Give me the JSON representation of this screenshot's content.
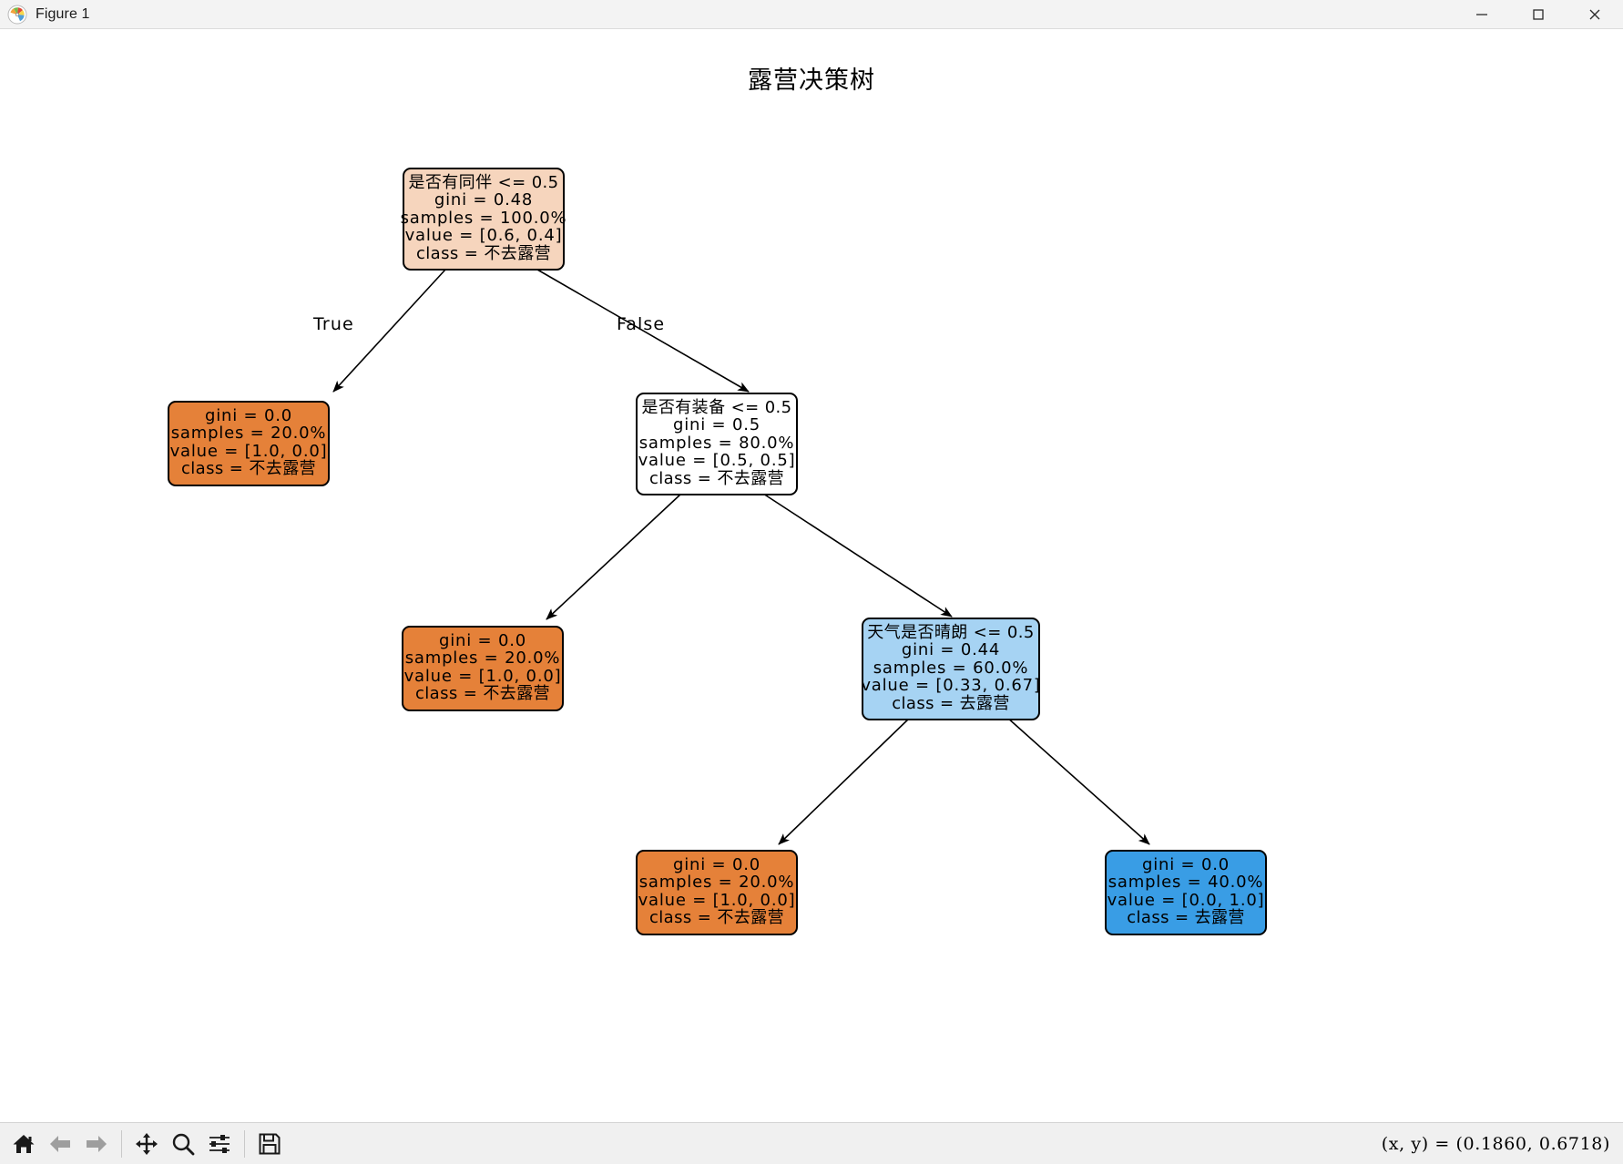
{
  "window": {
    "title": "Figure 1",
    "icon": "matplotlib-icon",
    "minimize_label": "—",
    "maximize_label": "□",
    "close_label": "✕"
  },
  "figure": {
    "title": "露营决策树",
    "background": "#ffffff"
  },
  "colors": {
    "leaf_orange": "#e58139",
    "leaf_blue": "#399de5",
    "root_light_orange": "#f6d5bd",
    "node_white": "#ffffff",
    "node_light_blue": "#a6d3f3",
    "edge": "#000000",
    "border": "#000000"
  },
  "edge_labels": {
    "true": "True",
    "false": "False"
  },
  "chart_data": {
    "type": "diagram",
    "diagram_kind": "decision-tree",
    "title": "露营决策树",
    "class_names": [
      "不去露营",
      "去露营"
    ],
    "feature_names": [
      "是否有同伴",
      "是否有装备",
      "天气是否晴朗"
    ],
    "criterion": "gini",
    "edge_labels": [
      "True",
      "False"
    ],
    "nodes": [
      {
        "id": "root",
        "kind": "internal",
        "fill": "#f6d5bd",
        "lines": [
          "是否有同伴 <= 0.5",
          "gini = 0.48",
          "samples = 100.0%",
          "value = [0.6,  0.4]",
          "class = 不去露营"
        ],
        "split_feature": "是否有同伴",
        "threshold": 0.5,
        "gini": 0.48,
        "samples_pct": 100.0,
        "value": [
          0.6,
          0.4
        ],
        "class": "不去露营"
      },
      {
        "id": "leaf-1",
        "kind": "leaf",
        "fill": "#e58139",
        "lines": [
          "gini = 0.0",
          "samples = 20.0%",
          "value = [1.0,  0.0]",
          "class = 不去露营"
        ],
        "gini": 0.0,
        "samples_pct": 20.0,
        "value": [
          1.0,
          0.0
        ],
        "class": "不去露营"
      },
      {
        "id": "node-2",
        "kind": "internal",
        "fill": "#ffffff",
        "lines": [
          "是否有装备 <= 0.5",
          "gini = 0.5",
          "samples = 80.0%",
          "value = [0.5,  0.5]",
          "class = 不去露营"
        ],
        "split_feature": "是否有装备",
        "threshold": 0.5,
        "gini": 0.5,
        "samples_pct": 80.0,
        "value": [
          0.5,
          0.5
        ],
        "class": "不去露营"
      },
      {
        "id": "leaf-3",
        "kind": "leaf",
        "fill": "#e58139",
        "lines": [
          "gini = 0.0",
          "samples = 20.0%",
          "value = [1.0,  0.0]",
          "class = 不去露营"
        ],
        "gini": 0.0,
        "samples_pct": 20.0,
        "value": [
          1.0,
          0.0
        ],
        "class": "不去露营"
      },
      {
        "id": "node-4",
        "kind": "internal",
        "fill": "#a6d3f3",
        "lines": [
          "天气是否晴朗 <= 0.5",
          "gini = 0.44",
          "samples = 60.0%",
          "value = [0.33,  0.67]",
          "class = 去露营"
        ],
        "split_feature": "天气是否晴朗",
        "threshold": 0.5,
        "gini": 0.44,
        "samples_pct": 60.0,
        "value": [
          0.33,
          0.67
        ],
        "class": "去露营"
      },
      {
        "id": "leaf-5",
        "kind": "leaf",
        "fill": "#e58139",
        "lines": [
          "gini = 0.0",
          "samples = 20.0%",
          "value = [1.0,  0.0]",
          "class = 不去露营"
        ],
        "gini": 0.0,
        "samples_pct": 20.0,
        "value": [
          1.0,
          0.0
        ],
        "class": "不去露营"
      },
      {
        "id": "leaf-6",
        "kind": "leaf",
        "fill": "#399de5",
        "lines": [
          "gini = 0.0",
          "samples = 40.0%",
          "value = [0.0,  1.0]",
          "class = 去露营"
        ],
        "gini": 0.0,
        "samples_pct": 40.0,
        "value": [
          0.0,
          1.0
        ],
        "class": "去露营"
      }
    ],
    "edges": [
      {
        "from": "root",
        "to": "leaf-1",
        "label": "True"
      },
      {
        "from": "root",
        "to": "node-2",
        "label": "False"
      },
      {
        "from": "node-2",
        "to": "leaf-3",
        "label": ""
      },
      {
        "from": "node-2",
        "to": "node-4",
        "label": ""
      },
      {
        "from": "node-4",
        "to": "leaf-5",
        "label": ""
      },
      {
        "from": "node-4",
        "to": "leaf-6",
        "label": ""
      }
    ]
  },
  "toolbar": {
    "home_tooltip": "Home",
    "back_tooltip": "Back",
    "forward_tooltip": "Forward",
    "pan_tooltip": "Pan",
    "zoom_tooltip": "Zoom",
    "subplots_tooltip": "Configure subplots",
    "save_tooltip": "Save",
    "coordinates": "(x, y) = (0.1860, 0.6718)"
  }
}
